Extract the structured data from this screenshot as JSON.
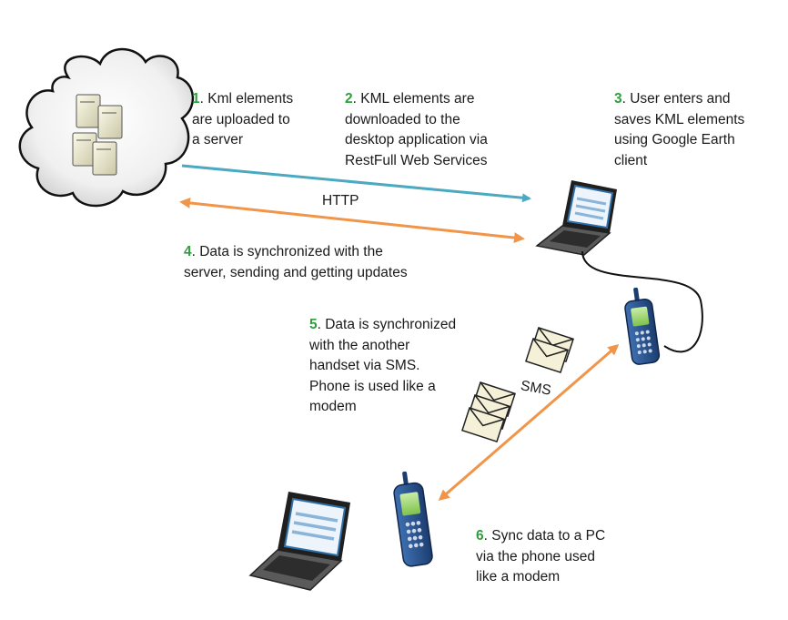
{
  "colors": {
    "step_number": "#2e9e3e",
    "upload_arrow": "#4ba9c1",
    "sync_arrow": "#f0954a",
    "phone_body": "#27508c",
    "phone_screen": "#98d26a",
    "laptop_screen": "#2f6fa8"
  },
  "steps": [
    {
      "num": "1",
      "text": ". Kml elements\nare uploaded to\na server"
    },
    {
      "num": "2",
      "text": ". KML elements  are\ndownloaded to the\ndesktop application via\nRestFull Web Services"
    },
    {
      "num": "3",
      "text": ". User enters and\nsaves KML elements\nusing Google Earth\nclient"
    },
    {
      "num": "4",
      "text": ". Data is synchronized with the\nserver, sending and getting updates"
    },
    {
      "num": "5",
      "text": ". Data is synchronized\nwith the another\nhandset via SMS.\nPhone is used like a\nmodem"
    },
    {
      "num": "6",
      "text": ". Sync data to a PC\nvia the phone used\nlike a modem"
    }
  ],
  "labels": {
    "http": "HTTP",
    "sms": "SMS"
  },
  "icons": [
    "cloud-icon",
    "server-icon",
    "laptop-icon",
    "mobile-phone-icon",
    "envelope-icon",
    "cable-icon"
  ]
}
